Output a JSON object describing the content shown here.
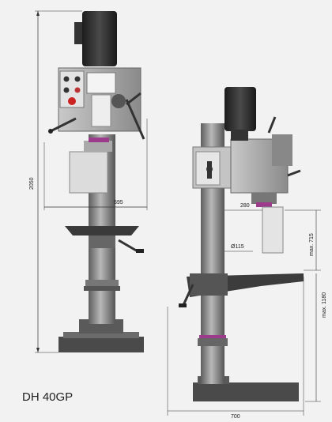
{
  "model": "DH 40GP",
  "dimensions": {
    "total_height": "2050",
    "front_width": "595",
    "head_offset": "280",
    "column_diameter": "Ø115",
    "max_stroke": "max. 715",
    "max_table_height": "max. 1180",
    "base_width": "700"
  },
  "colors": {
    "background": "#f2f2f2",
    "machine_gray": "#8c8c8c",
    "dark": "#2c2c2c",
    "accent_purple": "#9c3a8c"
  }
}
